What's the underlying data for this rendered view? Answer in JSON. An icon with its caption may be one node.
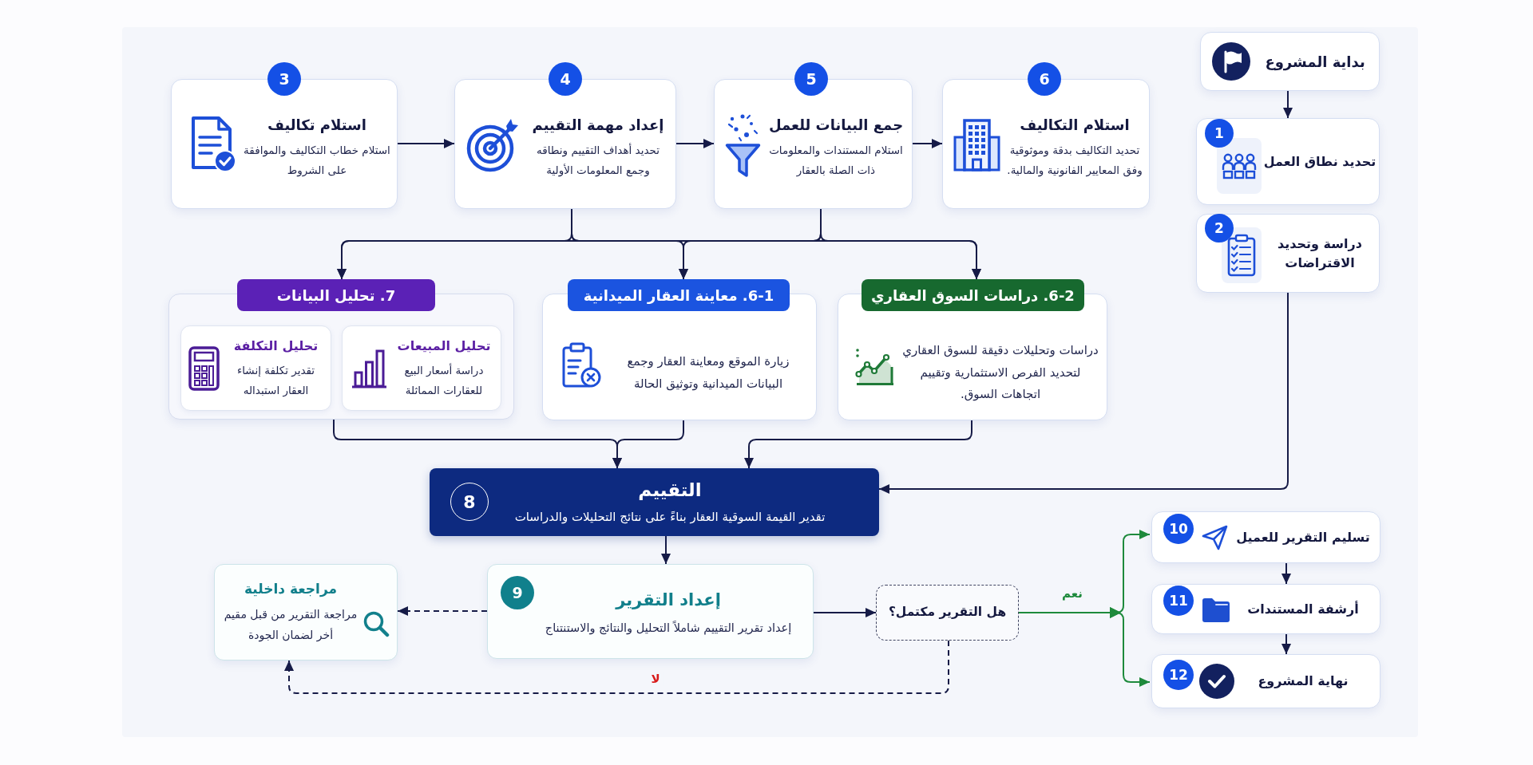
{
  "diagram": {
    "nodes": [
      {
        "text": [
          "بداية المشروع"
        ]
      },
      {
        "text": [
          "1",
          "تحديد نطاق العمل"
        ]
      },
      {
        "text": [
          "2",
          "دراسة وتحديد الاقتراضات"
        ]
      },
      {
        "text": [
          "3",
          "استلام تكاليف",
          "استلام خطاب التكاليف والموافقة على الشروط"
        ]
      },
      {
        "text": [
          "4",
          "إعداد مهمة التقييم",
          "تحديد أهداف التقييم ونطاقه وجمع المعلومات الأولية"
        ]
      },
      {
        "text": [
          "5",
          "جمع البيانات للعمل",
          "استلام المستندات والمعلومات ذات الصلة بالعقار"
        ]
      },
      {
        "text": [
          "6",
          "استلام التكاليف",
          "تحديد التكاليف بدقة وموثوقية وفق المعايير الفانونية والمالية."
        ]
      },
      {
        "text": [
          "7. تحليل البيانات"
        ]
      },
      {
        "text": [
          "تحليل المبيعات",
          "دراسة أسعار البيع للعقارات المماثلة"
        ],
        "in": 7
      },
      {
        "text": [
          "تحليل التكلفة",
          "تقدير تكلفة إنشاء العقار استبداله"
        ],
        "in": 7
      },
      {
        "text": [
          "6-1. معاينة العقار الميدانية",
          "زيارة الموقع ومعاينة العقار وجمع البيانات الميدانية وتوثيق الحالة"
        ]
      },
      {
        "text": [
          "6-2. دراسات السوق العقاري",
          "دراسات وتحليلات دقيقة للسوق العقاري لتحديد الفرص الاستثمارية وتقييم اتجاهات السوق."
        ]
      },
      {
        "text": [
          "التقييم",
          "8",
          "تقدير القيمة السوقية العقار بناءً على نتائج التحليلات والدراسات"
        ]
      },
      {
        "text": [
          "إعداد التقرير",
          "9",
          "إعداد تقرير التقييم شاملاً التحليل والنتائج والاستنتناج"
        ]
      },
      {
        "text": [
          "مراجعة داخلية",
          "مراجعة التقرير من قبل مقيم أخر لضمان الجودة"
        ]
      },
      {
        "text": [
          "هل التقرير مكتمل؟"
        ]
      },
      {
        "text": [
          "تسليم التقرير للعميل",
          "10"
        ]
      },
      {
        "text": [
          "أرشفة المستندات",
          "11"
        ]
      },
      {
        "text": [
          "نهاية المشروع",
          "12"
        ]
      }
    ],
    "edges": [
      {
        "from": 0,
        "to": 1,
        "arrow": "to"
      },
      {
        "from": 2,
        "to": 12,
        "arrow": "to"
      },
      {
        "from": 3,
        "to": 4,
        "arrow": "to"
      },
      {
        "from": 4,
        "to": 5,
        "arrow": "to"
      },
      {
        "from": 5,
        "to": 6,
        "arrow": "to"
      },
      {
        "from": 4,
        "to": 7,
        "arrow": "to"
      },
      {
        "from": 4,
        "to": 10,
        "arrow": "to"
      },
      {
        "from": 4,
        "to": 11,
        "arrow": "to"
      },
      {
        "from": 5,
        "to": 7,
        "arrow": "to"
      },
      {
        "from": 5,
        "to": 10,
        "arrow": "to"
      },
      {
        "from": 5,
        "to": 11,
        "arrow": "to"
      },
      {
        "from": 7,
        "to": 12,
        "arrow": "to"
      },
      {
        "from": 10,
        "to": 12,
        "arrow": "to"
      },
      {
        "from": 11,
        "to": 12,
        "arrow": "to"
      },
      {
        "from": 12,
        "to": 13,
        "arrow": "to"
      },
      {
        "from": 13,
        "to": 14,
        "arrow": "to",
        "style": "dashed"
      },
      {
        "from": 13,
        "to": 15,
        "arrow": "to"
      },
      {
        "from": 15,
        "to": 16,
        "arrow": "to",
        "label": "نعم",
        "color": "#1e8a3c"
      },
      {
        "from": 15,
        "to": 18,
        "arrow": "to",
        "color": "#1e8a3c"
      },
      {
        "from": 16,
        "to": 17,
        "arrow": "to"
      },
      {
        "from": 17,
        "to": 18,
        "arrow": "to"
      },
      {
        "from": 15,
        "to": 14,
        "arrow": "to",
        "label": "لا",
        "style": "dashed"
      }
    ]
  }
}
